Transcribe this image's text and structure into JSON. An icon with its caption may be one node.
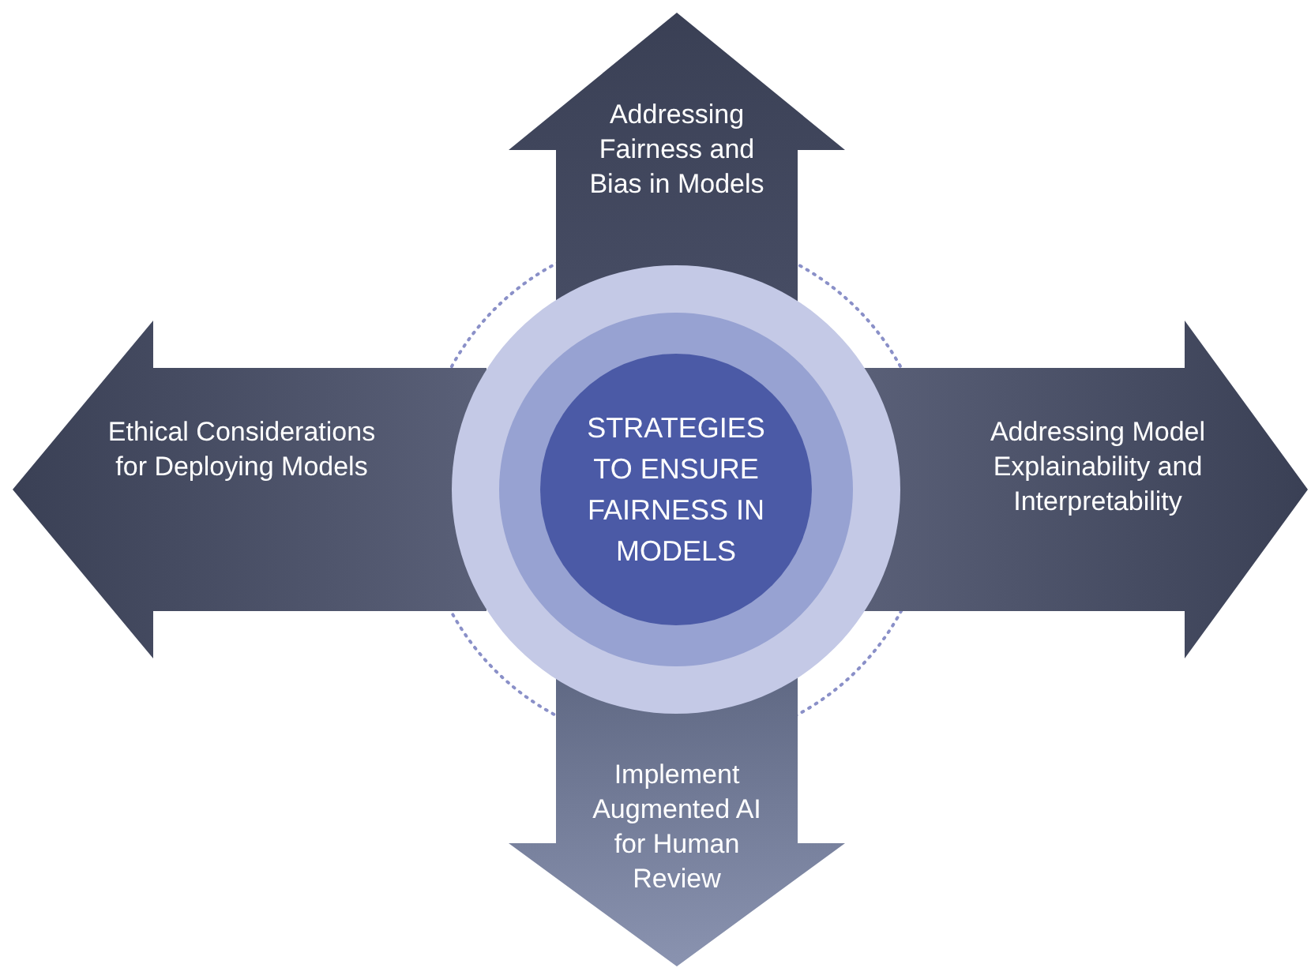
{
  "diagram": {
    "nodes": [
      {
        "text": [
          "STRATEGIES TO ENSURE FAIRNESS IN MODELS"
        ]
      },
      {
        "text": [
          "Addressing Fairness and Bias in Models"
        ]
      },
      {
        "text": [
          "Ethical Considerations for Deploying Models"
        ]
      },
      {
        "text": [
          "Addressing Model Explainability and Interpretability"
        ]
      },
      {
        "text": [
          "Implement Augmented AI for Human Review"
        ]
      }
    ]
  }
}
